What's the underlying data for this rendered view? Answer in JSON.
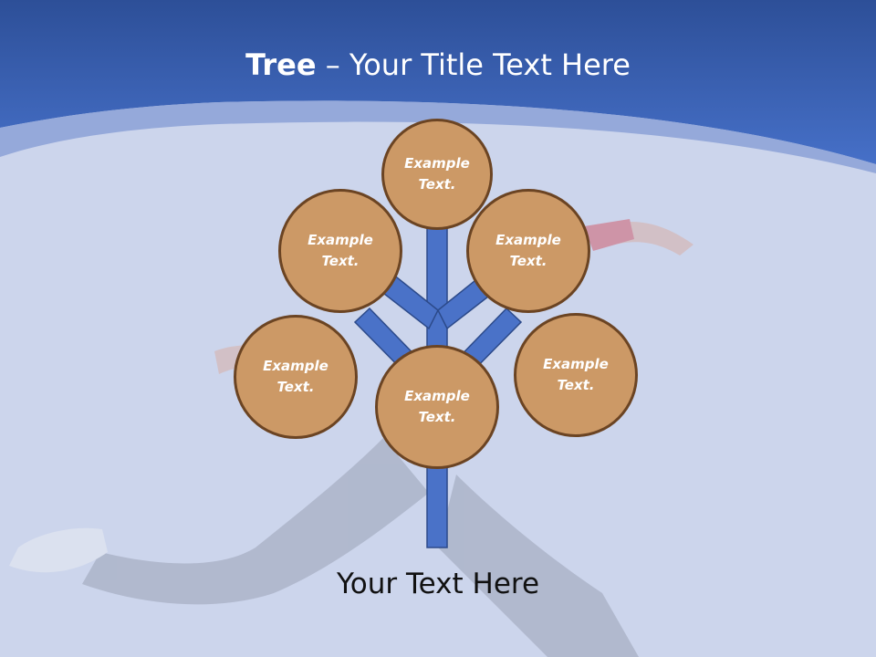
{
  "slide": {
    "title_bold": "Tree",
    "title_rest": " – Your Title Text Here",
    "caption": "Your Text Here"
  },
  "tree": {
    "nodes": [
      {
        "id": "top",
        "text": "Example Text."
      },
      {
        "id": "upper-left",
        "text": "Example Text."
      },
      {
        "id": "upper-right",
        "text": "Example Text."
      },
      {
        "id": "lower-left",
        "text": "Example Text."
      },
      {
        "id": "lower-right",
        "text": "Example Text."
      },
      {
        "id": "center",
        "text": "Example Text."
      }
    ]
  },
  "colors": {
    "header_blue": "#3a62b8",
    "background": "#ccd5ec",
    "node_fill": "#cc9966",
    "node_border": "#6b4423",
    "branch_fill": "#4a72c8",
    "branch_border": "#2c4a8a"
  }
}
